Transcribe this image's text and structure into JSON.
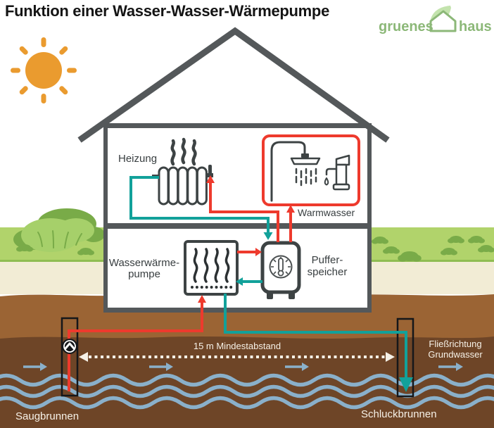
{
  "title": "Funktion einer Wasser-Wasser-Wärmepumpe",
  "logo": {
    "word1": "gruenes",
    "word2": "haus"
  },
  "labels": {
    "heizung": "Heizung",
    "warmwasser": "Warmwasser",
    "heatpump_line1": "Wasserwärme-",
    "heatpump_line2": "pumpe",
    "buffer_line1": "Puffer-",
    "buffer_line2": "speicher",
    "distance": "15 m Mindestabstand",
    "flow_line1": "Fließrichtung",
    "flow_line2": "Grundwasser",
    "suction_well": "Saugbrunnen",
    "injection_well": "Schluckbrunnen"
  },
  "icons": {
    "sun": "sun-icon",
    "logo_house_leaf": "leaf-house-icon",
    "radiator": "radiator-icon",
    "heat_waves": "heat-waves-icon",
    "shower": "shower-icon",
    "faucet": "faucet-icon",
    "heat_pump": "heat-pump-icon",
    "buffer_gauge": "thermometer-gauge-icon",
    "well_pump": "well-pump-icon",
    "flow_arrow": "groundwater-flow-arrow-icon"
  },
  "colors": {
    "hot_pipe_red": "#ee3a2d",
    "cold_pipe_teal": "#12a19a",
    "structure_gray": "#54585a",
    "icon_gray": "#3d4344",
    "water_blue": "#8ab0ca",
    "grass_green": "#b1d36b",
    "bush_green_dark": "#79ab48",
    "bush_green_light": "#a6d06a",
    "sand_beige": "#f2ecd5",
    "soil_brown": "#9b6434",
    "deep_soil_brown": "#6e4527",
    "sun_orange": "#ea9b2f",
    "logo_green": "#8cb878",
    "label_white": "#f6f1e7"
  }
}
